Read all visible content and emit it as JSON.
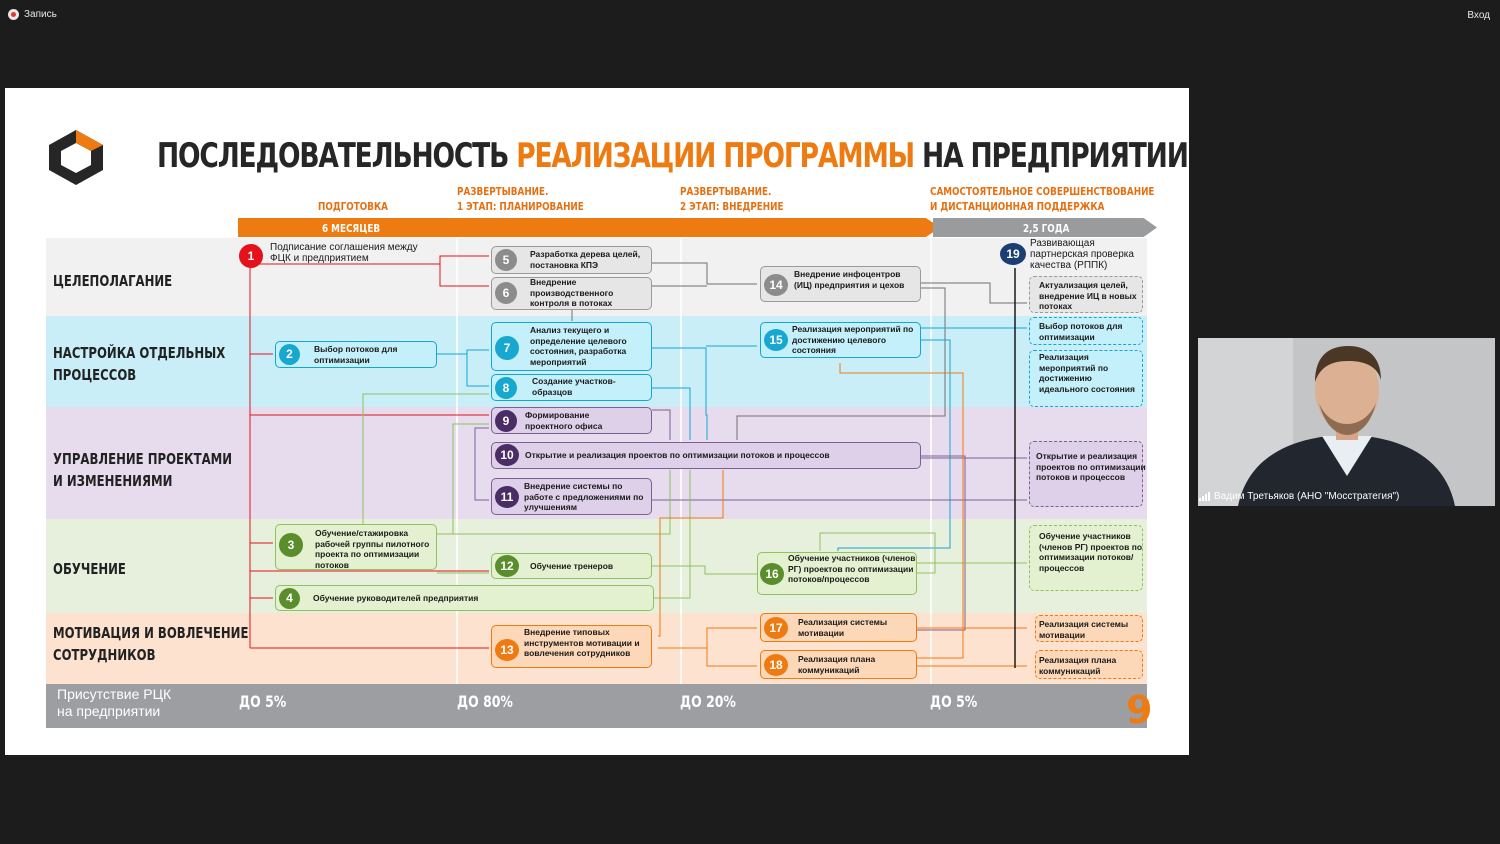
{
  "topbar": {
    "record_label": "Запись",
    "login_label": "Вход"
  },
  "slide": {
    "title_part1": "ПОСЛЕДОВАТЕЛЬНОСТЬ ",
    "title_accent": "РЕАЛИЗАЦИИ ПРОГРАММЫ",
    "title_part2": " НА ПРЕДПРИЯТИИ",
    "phases": [
      "ПОДГОТОВКА",
      "РАЗВЕРТЫВАНИЕ.",
      "1 ЭТАП: ПЛАНИРОВАНИЕ",
      "РАЗВЕРТЫВАНИЕ.",
      "2 ЭТАП: ВНЕДРЕНИЕ",
      "САМОСТОЯТЕЛЬНОЕ СОВЕРШЕНСТВОВАНИЕ",
      "И ДИСТАНЦИОННАЯ ПОДДЕРЖКА"
    ],
    "duration_short": "6 МЕСЯЦЕВ",
    "duration_long": "2,5 ГОДА",
    "rows": [
      "ЦЕЛЕПОЛАГАНИЕ",
      "НАСТРОЙКА ОТДЕЛЬНЫХ",
      "ПРОЦЕССОВ",
      "УПРАВЛЕНИЕ ПРОЕКТАМИ",
      "И ИЗМЕНЕНИЯМИ",
      "ОБУЧЕНИЕ",
      "МОТИВАЦИЯ И ВОВЛЕЧЕНИЕ",
      "СОТРУДНИКОВ"
    ],
    "presence_label_1": "Присутствие РЦК",
    "presence_label_2": "на предприятии",
    "presence": [
      "ДО 5%",
      "ДО 80%",
      "ДО 20%",
      "ДО 5%"
    ],
    "page_number": "9",
    "colors": {
      "accent": "#ee7a12",
      "band_red": "#f1f1f2",
      "band_blue": "#c9eef8",
      "band_purple": "#e6dcee",
      "band_green": "#e7efdd",
      "band_orange": "#fde2d0"
    },
    "steps": [
      {
        "num": "1",
        "text": "Подписание соглашения между ФЦК и предприятием"
      },
      {
        "num": "2",
        "text": "Выбор потоков для оптимизации"
      },
      {
        "num": "3",
        "text": "Обучение/стажировка рабочей группы пилотного проекта по оптимизации потоков"
      },
      {
        "num": "4",
        "text": "Обучение руководителей предприятия"
      },
      {
        "num": "5",
        "text": "Разработка дерева целей, постановка КПЭ"
      },
      {
        "num": "6",
        "text": "Внедрение производственного контроля в потоках"
      },
      {
        "num": "7",
        "text": "Анализ текущего и определение целевого состояния, разработка мероприятий"
      },
      {
        "num": "8",
        "text": "Создание участков-образцов"
      },
      {
        "num": "9",
        "text": "Формирование проектного офиса"
      },
      {
        "num": "10",
        "text": "Открытие и реализация проектов по оптимизации потоков и процессов"
      },
      {
        "num": "11",
        "text": "Внедрение системы по работе с предложениями по улучшениям"
      },
      {
        "num": "12",
        "text": "Обучение тренеров"
      },
      {
        "num": "13",
        "text": "Внедрение типовых инструментов мотивации и вовлечения сотрудников"
      },
      {
        "num": "14",
        "text": "Внедрение инфоцентров (ИЦ) предприятия и цехов"
      },
      {
        "num": "15",
        "text": "Реализация мероприятий по достижению целевого состояния"
      },
      {
        "num": "16",
        "text": "Обучение участников (членов РГ) проектов по оптимизации потоков/процессов"
      },
      {
        "num": "17",
        "text": "Реализация системы мотивации"
      },
      {
        "num": "18",
        "text": "Реализация плана коммуникаций"
      },
      {
        "num": "19",
        "text": "Развивающая партнерская проверка качества (РППК)"
      }
    ],
    "support": [
      "Актуализация целей, внедрение ИЦ в новых потоках",
      "Выбор потоков для оптимизации",
      "Реализация мероприятий по достижению идеального состояния",
      "Открытие и реализация проектов по оптимизации потоков и процессов",
      "Обучение участников (членов РГ) проектов по оптимизации потоков/ процессов",
      "Реализация системы мотивации",
      "Реализация плана коммуникаций"
    ]
  },
  "participant": {
    "name": "Вадим Третьяков (АНО \"Мосстратегия\")"
  }
}
